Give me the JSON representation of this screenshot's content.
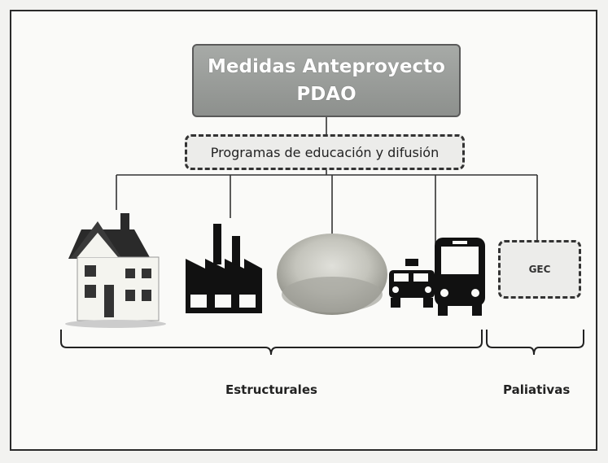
{
  "title": {
    "line1": "Medidas Anteproyecto",
    "line2": "PDAO"
  },
  "programs_box": "Programas de educación y difusión",
  "gec_box": "GEC",
  "group_labels": {
    "structural": "Estructurales",
    "palliative": "Paliativas"
  },
  "icons": [
    "house-icon",
    "factory-icon",
    "field-photo",
    "taxi-icon",
    "bus-icon"
  ],
  "colors": {
    "title_fill": "#999c99",
    "line": "#333333",
    "icon": "#111111"
  }
}
